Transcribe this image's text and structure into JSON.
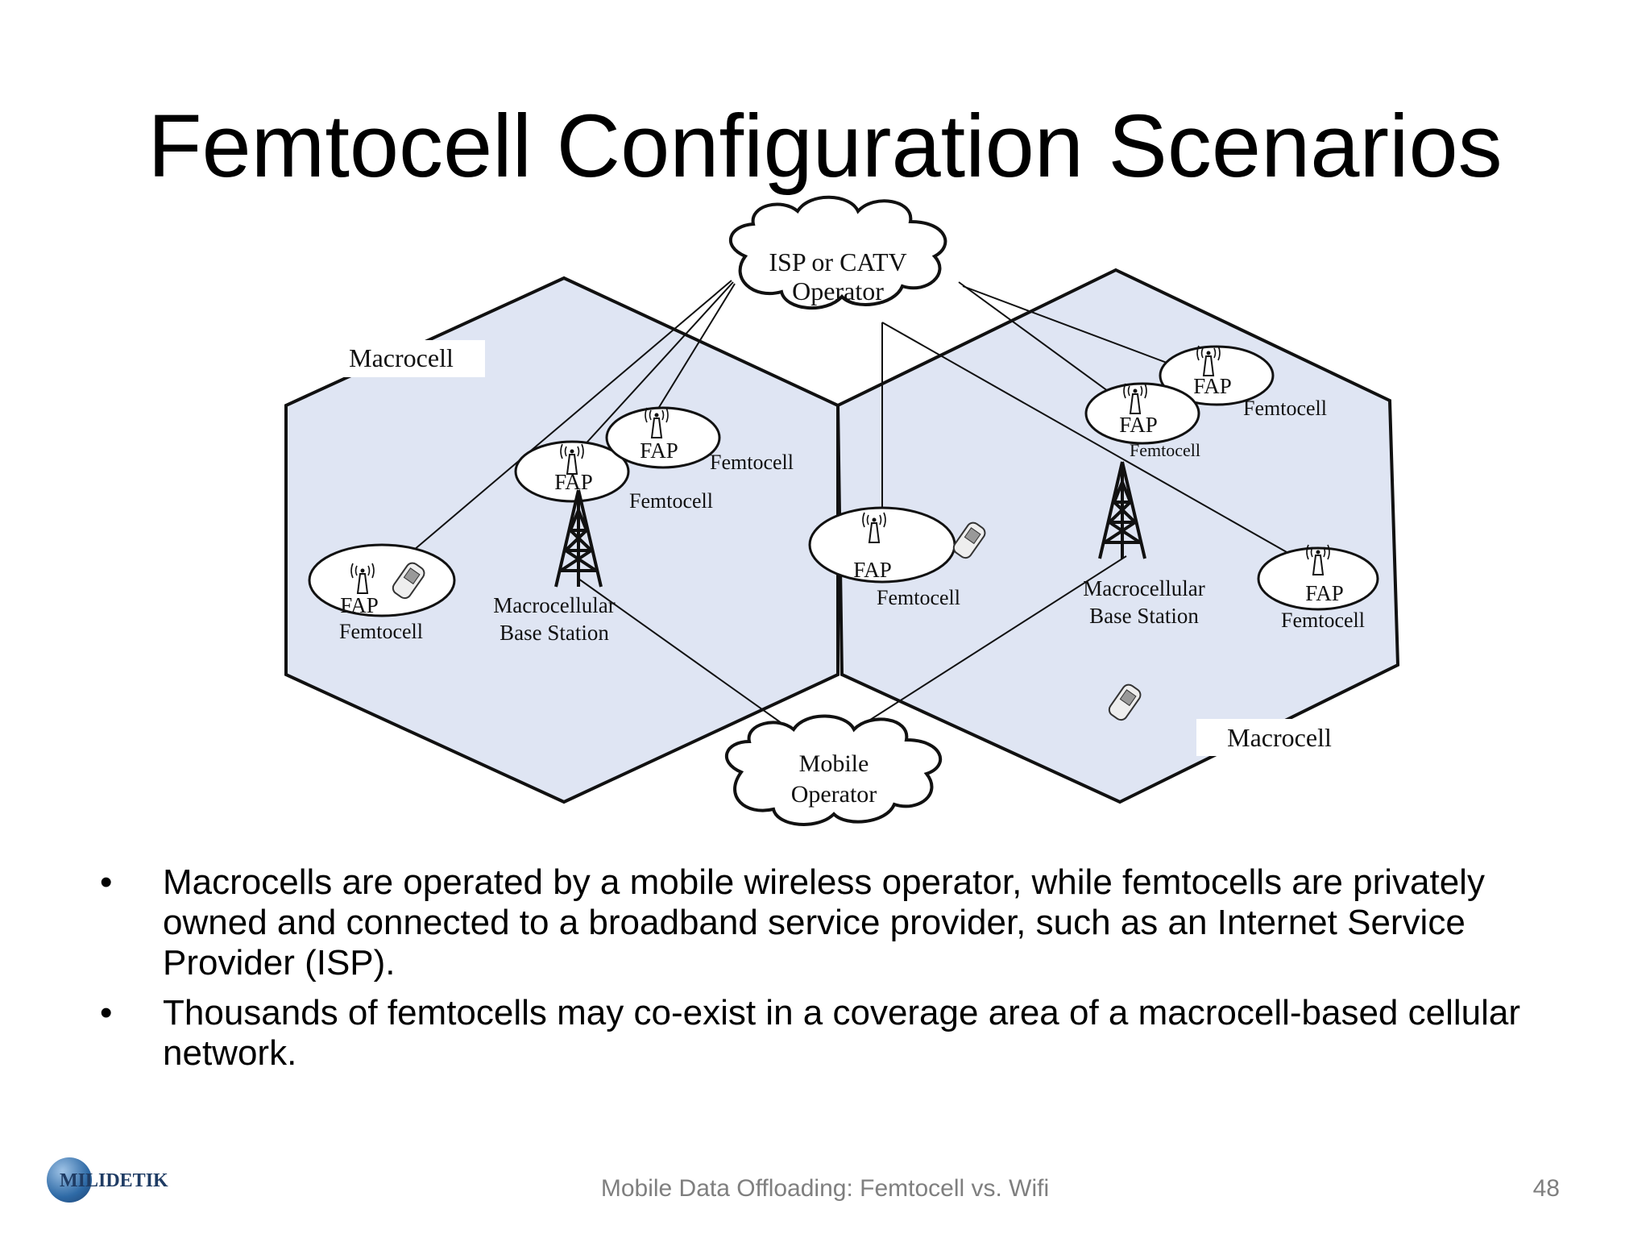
{
  "slide": {
    "title": "Femtocell Configuration Scenarios",
    "footer": "Mobile Data Offloading: Femtocell vs. Wifi",
    "page_number": "48",
    "logo_text": "MILIDETIK"
  },
  "diagram": {
    "isp_cloud": [
      "ISP or CATV",
      "Operator"
    ],
    "mobile_cloud": [
      "Mobile",
      "Operator"
    ],
    "macrocell_label": "Macrocell",
    "fap_label": "FAP",
    "femtocell_label": "Femtocell",
    "base_station_label": [
      "Macrocellular",
      "Base Station"
    ]
  },
  "bullets": [
    "Macrocells are operated by a mobile wireless operator, while femtocells are privately owned and connected to a broadband service provider, such as an Internet Service Provider (ISP).",
    "Thousands of femtocells may co-exist in a coverage area of a macrocell-based cellular network."
  ],
  "colors": {
    "cell_fill": "#dfe5f3",
    "line": "#111111",
    "text": "#000000",
    "footer": "#7f7f7f"
  }
}
